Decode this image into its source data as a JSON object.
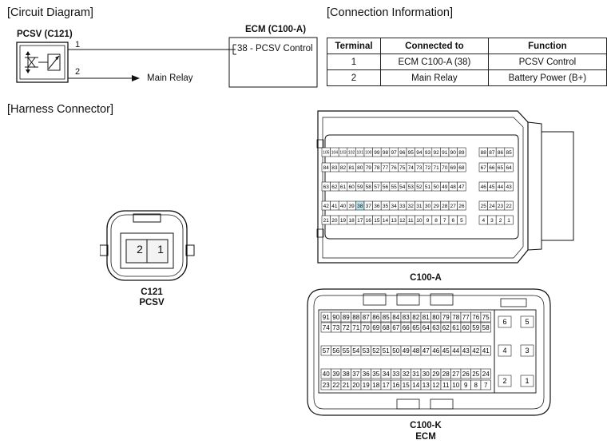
{
  "sections": {
    "circuit_title": "[Circuit Diagram]",
    "connection_title": "[Connection Information]",
    "harness_title": "[Harness Connector]"
  },
  "circuit": {
    "component_label": "PCSV (C121)",
    "pin1": "1",
    "pin2": "2",
    "ecm_title": "ECM (C100-A)",
    "ecm_pin_label": "38 - PCSV Control",
    "main_relay": "Main Relay"
  },
  "table": {
    "headers": [
      "Terminal",
      "Connected to",
      "Function"
    ],
    "rows": [
      [
        "1",
        "ECM C100-A (38)",
        "PCSV Control"
      ],
      [
        "2",
        "Main Relay",
        "Battery Power (B+)"
      ]
    ]
  },
  "c121": {
    "pins": [
      "2",
      "1"
    ],
    "name": "C121",
    "sub": "PCSV"
  },
  "c100a": {
    "name": "C100-A",
    "highlight": "38",
    "rows_main": [
      [
        "105",
        "104",
        "103",
        "102",
        "101",
        "100",
        "99",
        "98",
        "97",
        "96",
        "95",
        "94",
        "93",
        "92",
        "91",
        "90",
        "89"
      ],
      [
        "84",
        "83",
        "82",
        "81",
        "80",
        "79",
        "78",
        "77",
        "76",
        "75",
        "74",
        "73",
        "72",
        "71",
        "70",
        "69",
        "68"
      ],
      [
        "63",
        "62",
        "61",
        "60",
        "59",
        "58",
        "57",
        "56",
        "55",
        "54",
        "53",
        "52",
        "51",
        "50",
        "49",
        "48",
        "47"
      ],
      [
        "42",
        "41",
        "40",
        "39",
        "38",
        "37",
        "36",
        "35",
        "34",
        "33",
        "32",
        "31",
        "30",
        "29",
        "28",
        "27",
        "26"
      ],
      [
        "21",
        "20",
        "19",
        "18",
        "17",
        "16",
        "15",
        "14",
        "13",
        "12",
        "11",
        "10",
        "9",
        "8",
        "7",
        "6",
        "5"
      ]
    ],
    "rows_side": [
      [
        "88",
        "87",
        "86",
        "85"
      ],
      [
        "67",
        "66",
        "65",
        "64"
      ],
      [
        "46",
        "45",
        "44",
        "43"
      ],
      [
        "25",
        "24",
        "23",
        "22"
      ],
      [
        "4",
        "3",
        "2",
        "1"
      ]
    ]
  },
  "c100k": {
    "name": "C100-K",
    "sub": "ECM",
    "rows_main": [
      [
        "91",
        "90",
        "89",
        "88",
        "87",
        "86",
        "85",
        "84",
        "83",
        "82",
        "81",
        "80",
        "79",
        "78",
        "77",
        "76",
        "75"
      ],
      [
        "74",
        "73",
        "72",
        "71",
        "70",
        "69",
        "68",
        "67",
        "66",
        "65",
        "64",
        "63",
        "62",
        "61",
        "60",
        "59",
        "58"
      ],
      [
        "57",
        "56",
        "55",
        "54",
        "53",
        "52",
        "51",
        "50",
        "49",
        "48",
        "47",
        "46",
        "45",
        "44",
        "43",
        "42",
        "41"
      ],
      [
        "40",
        "39",
        "38",
        "37",
        "36",
        "35",
        "34",
        "33",
        "32",
        "31",
        "30",
        "29",
        "28",
        "27",
        "26",
        "25",
        "24"
      ],
      [
        "23",
        "22",
        "21",
        "20",
        "19",
        "18",
        "17",
        "16",
        "15",
        "14",
        "13",
        "12",
        "11",
        "10",
        "9",
        "8",
        "7"
      ]
    ],
    "side_pins": [
      [
        "6",
        "5"
      ],
      [
        "4",
        "3"
      ],
      [
        "2",
        "1"
      ]
    ]
  }
}
